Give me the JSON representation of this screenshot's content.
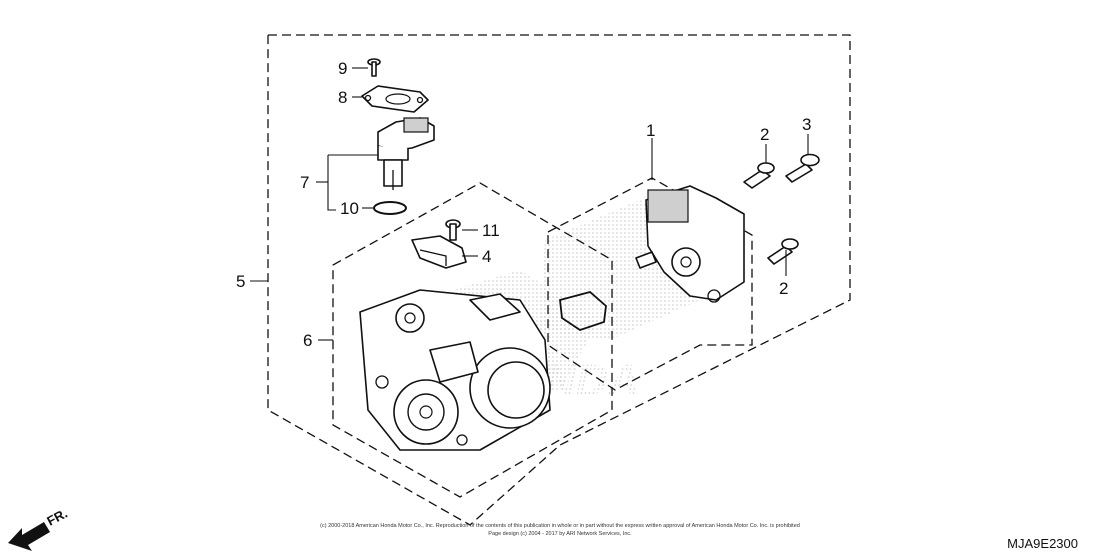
{
  "diagram": {
    "callouts": {
      "c1": "1",
      "c2a": "2",
      "c2b": "2",
      "c3": "3",
      "c4": "4",
      "c5": "5",
      "c6": "6",
      "c7": "7",
      "c8": "8",
      "c9": "9",
      "c10": "10",
      "c11": "11"
    },
    "direction_label": "FR.",
    "diagram_code": "MJA9E2300",
    "copyright_line1": "(c) 2000-2018 American Honda Motor Co., Inc. Reproduction of the contents of this publication in whole or in part without the express written approval of American Honda Motor Co. Inc. is prohibited",
    "copyright_line2": "Page design (c) 2004 - 2017 by ARI Network Services, Inc.",
    "watermark_text": "HONDA"
  }
}
